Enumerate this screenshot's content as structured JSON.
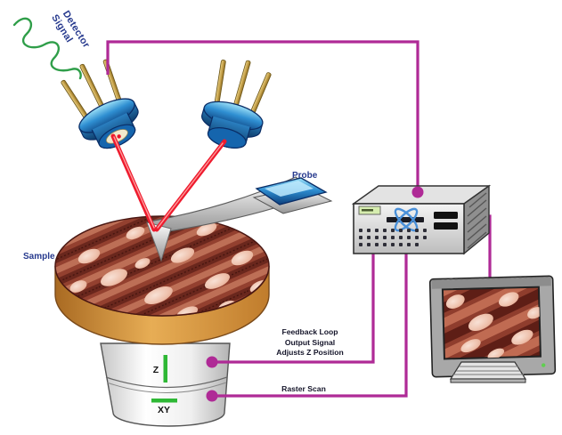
{
  "labels": {
    "detector_signal": {
      "line1": "Detector",
      "line2": "Signal"
    },
    "probe": "Probe",
    "sample": "Sample",
    "feedback": {
      "line1": "Feedback Loop",
      "line2": "Output Signal",
      "line3": "Adjusts Z Position"
    },
    "raster_scan": "Raster Scan",
    "stage": {
      "z": "Z",
      "xy": "XY"
    }
  },
  "icons": {
    "controller_logo": "atom-x-icon",
    "controller_display": "green-led-display"
  },
  "colors": {
    "line_magenta": "#af2a96",
    "laser_red": "#ee1b2e",
    "wire_green": "#2f9e49",
    "bar_green": "#2eb835",
    "label_blue": "#273a8e",
    "label_dark": "#15152a",
    "sample_side": "#d3943d",
    "can_blue": "#2e8fd0",
    "pin_gold": "#c9a54e"
  }
}
